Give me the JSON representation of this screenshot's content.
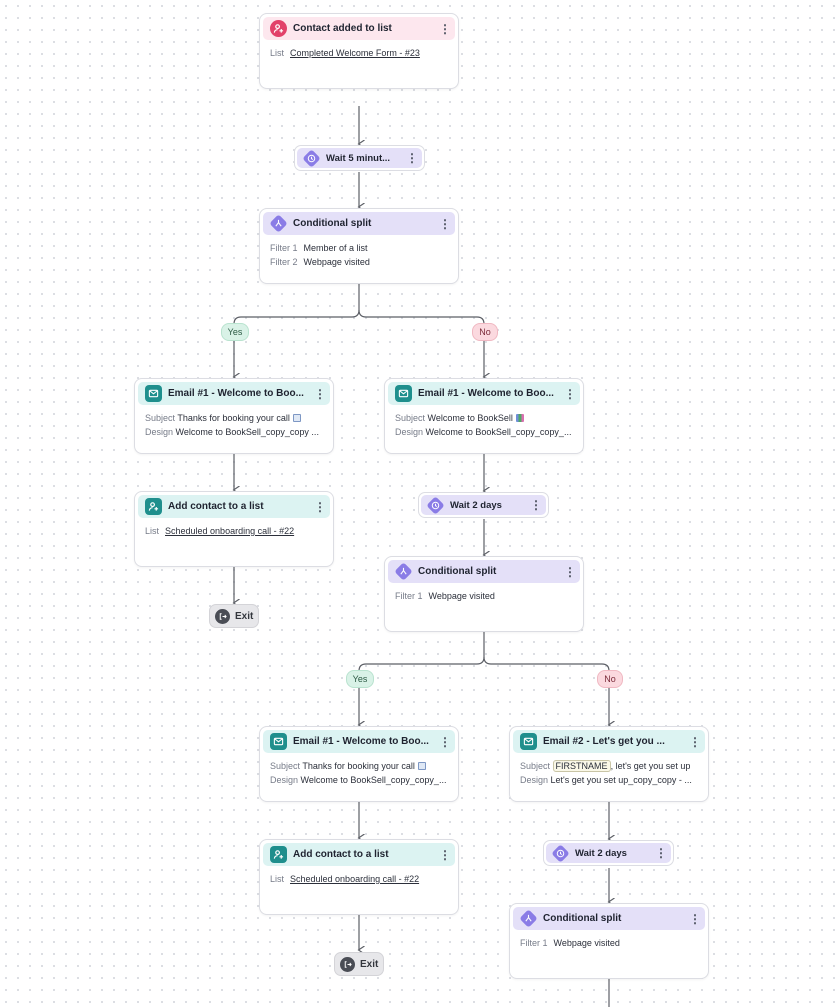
{
  "colors": {
    "trigger_icon": "#e2416a",
    "trigger_header": "#fde7ee",
    "split_icon": "#8a7ce6",
    "split_header": "#e4e0f8",
    "email_icon": "#1f8f8d",
    "email_header": "#dcf3f2",
    "yes_pill": "#d9f2e7",
    "no_pill": "#fbd9df",
    "connector": "#5c5f66"
  },
  "trigger": {
    "title": "Contact added to list",
    "icon": "user-plus-icon",
    "list_label": "List",
    "list_value": "Completed Welcome Form - #23"
  },
  "wait_1": {
    "label": "Wait 5 minut...",
    "icon": "clock-icon"
  },
  "split_1": {
    "title": "Conditional split",
    "icon": "split-icon",
    "filters": [
      {
        "label": "Filter 1",
        "value": "Member of a list"
      },
      {
        "label": "Filter 2",
        "value": "Webpage visited"
      }
    ]
  },
  "branch_1": {
    "yes": "Yes",
    "no": "No"
  },
  "yes_email": {
    "title": "Email #1 - Welcome to Boo...",
    "icon": "envelope-icon",
    "subject_label": "Subject",
    "subject": "Thanks for booking your call",
    "subject_emoji": "calendar-emoji",
    "design_label": "Design",
    "design": "Welcome to BookSell_copy_copy ..."
  },
  "yes_add": {
    "title": "Add contact to a list",
    "icon": "user-plus-icon",
    "list_label": "List",
    "list_value": "Scheduled onboarding call - #22"
  },
  "exit_1": {
    "label": "Exit",
    "icon": "exit-icon"
  },
  "no_email": {
    "title": "Email #1 - Welcome to Boo...",
    "icon": "envelope-icon",
    "subject_label": "Subject",
    "subject": "Welcome to BookSell",
    "subject_emoji": "books-emoji",
    "design_label": "Design",
    "design": "Welcome to BookSell_copy_copy_..."
  },
  "wait_2": {
    "label": "Wait 2 days",
    "icon": "clock-icon"
  },
  "split_2": {
    "title": "Conditional split",
    "icon": "split-icon",
    "filters": [
      {
        "label": "Filter 1",
        "value": "Webpage visited"
      }
    ]
  },
  "branch_2": {
    "yes": "Yes",
    "no": "No"
  },
  "yes2_email": {
    "title": "Email #1 - Welcome to Boo...",
    "icon": "envelope-icon",
    "subject_label": "Subject",
    "subject": "Thanks for booking your call",
    "subject_emoji": "calendar-emoji",
    "design_label": "Design",
    "design": "Welcome to BookSell_copy_copy_..."
  },
  "yes2_add": {
    "title": "Add contact to a list",
    "icon": "user-plus-icon",
    "list_label": "List",
    "list_value": "Scheduled onboarding call - #22"
  },
  "exit_2": {
    "label": "Exit",
    "icon": "exit-icon"
  },
  "no2_email": {
    "title": "Email #2 - Let's get you ...",
    "icon": "envelope-icon",
    "subject_label": "Subject",
    "subject_tag": "FIRSTNAME",
    "subject_rest": ", let's get you set up",
    "design_label": "Design",
    "design": "Let's get you set up_copy_copy - ..."
  },
  "wait_3": {
    "label": "Wait 2 days",
    "icon": "clock-icon"
  },
  "split_3": {
    "title": "Conditional split",
    "icon": "split-icon",
    "filters": [
      {
        "label": "Filter 1",
        "value": "Webpage visited"
      }
    ]
  }
}
